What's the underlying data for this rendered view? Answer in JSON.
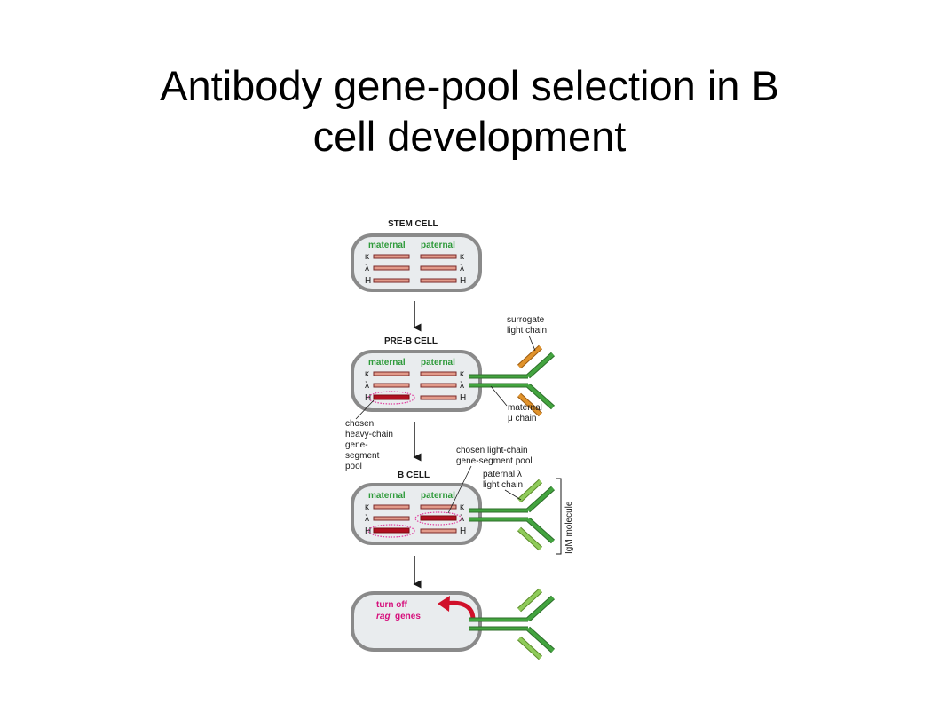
{
  "title": {
    "line1": "Antibody gene-pool selection in B",
    "line2": "cell development"
  },
  "figure": {
    "stages": {
      "stem": "STEM CELL",
      "preb": "PRE-B CELL",
      "bcell": "B CELL"
    },
    "allele_labels": {
      "maternal": "maternal",
      "paternal": "paternal"
    },
    "gene_labels": {
      "kappa": "κ",
      "lambda": "λ",
      "heavy": "H"
    },
    "annotations": {
      "surrogate_1": "surrogate",
      "surrogate_2": "light chain",
      "maternal_mu_1": "maternal",
      "maternal_mu_2": "μ chain",
      "heavy_pool_1": "chosen",
      "heavy_pool_2": "heavy-chain",
      "heavy_pool_3": "gene-",
      "heavy_pool_4": "segment",
      "heavy_pool_5": "pool",
      "light_pool_1": "chosen light-chain",
      "light_pool_2": "gene-segment pool",
      "paternal_lambda_1": "paternal λ",
      "paternal_lambda_2": "light chain",
      "igm": "IgM molecule",
      "turn_off_1": "turn off",
      "turn_off_2": "rag",
      "turn_off_3": "genes"
    },
    "colors": {
      "cell_border": "#8a8a8a",
      "cell_fill": "#e9ecee",
      "gene_bar": "#e29a8a",
      "gene_outline": "#7a2a2a",
      "chosen_bar": "#b01020",
      "selection_halo": "#e040a0",
      "heavy_chain": "#43a43f",
      "light_chain": "#8fcb5a",
      "surrogate_chain": "#e0922a",
      "arrow_red": "#d0102a"
    }
  }
}
